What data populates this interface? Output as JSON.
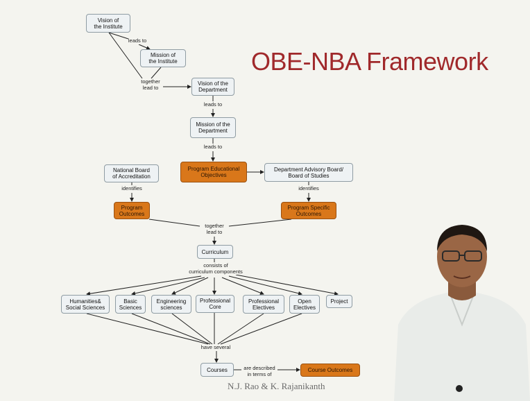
{
  "title": "OBE-NBA Framework",
  "credit": "N.J. Rao & K. Rajanikanth",
  "colors": {
    "title": "#a0292b",
    "highlight_node": "#d9771a",
    "plain_node": "#eef2f4"
  },
  "nodes": {
    "vision_institute": "Vision of\nthe Institute",
    "mission_institute": "Mission of\nthe Institute",
    "vision_department": "Vision of the\nDepartment",
    "mission_department": "Mission of the\nDepartment",
    "peo": "Program Educational\nObjectives",
    "nba": "National Board\nof Accreditation",
    "dab": "Department Advisory Board/\nBoard of Studies",
    "program_outcomes": "Program\nOutcomes",
    "pso": "Program Specific\nOutcomes",
    "curriculum": "Curriculum",
    "humanities": "Humanities&\nSocial Sciences",
    "basic_sciences": "Basic\nSciences",
    "engineering_sciences": "Engineering\nsciences",
    "professional_core": "Professional\nCore",
    "professional_electives": "Professional\nElectives",
    "open_electives": "Open\nElectives",
    "project": "Project",
    "courses": "Courses",
    "course_outcomes": "Course Outcomes"
  },
  "labels": {
    "leads_to_1": "leads to",
    "together_lead_to_1": "together\nlead to",
    "leads_to_2": "leads to",
    "leads_to_3": "leads to",
    "identifies_1": "identifies",
    "identifies_2": "identifies",
    "together_lead_to_2": "together\nlead to",
    "consists_of": "consists of\ncurriculum components",
    "have_several": "have several",
    "described_in": "are described\nin terms of"
  }
}
